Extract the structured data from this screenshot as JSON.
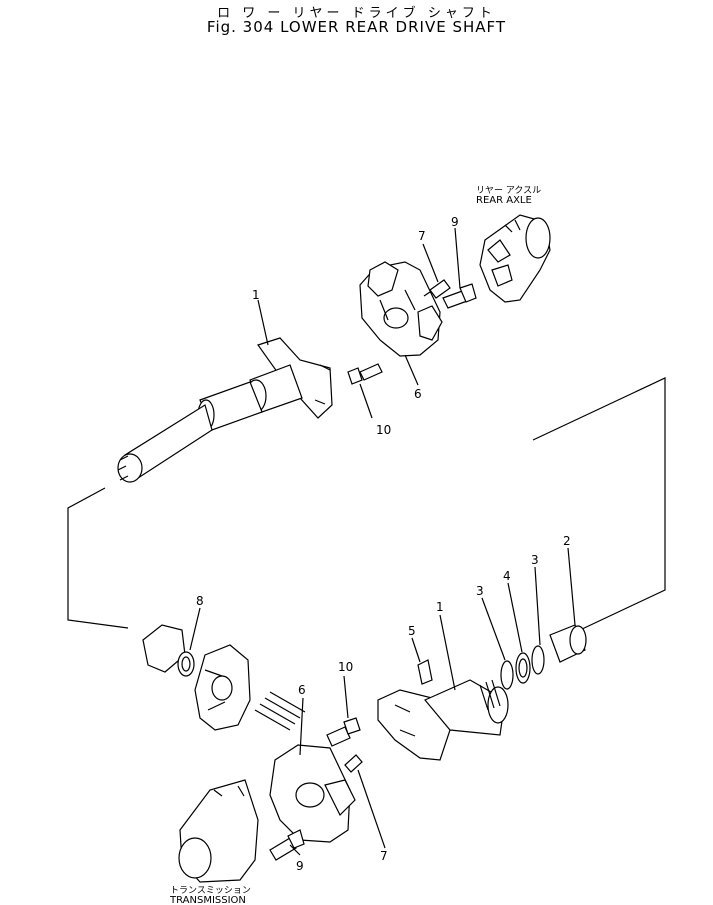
{
  "header": {
    "title_jp": "ロ ワ ー リヤー ドライブ シャフト",
    "title_en": "Fig. 304 LOWER REAR DRIVE SHAFT"
  },
  "labels": {
    "rear_axle_jp": "リヤー アクスル",
    "rear_axle_en": "REAR AXLE",
    "transmission_jp": "トランスミッション",
    "transmission_en": "TRANSMISSION"
  },
  "callouts": {
    "upper": {
      "c1": "1",
      "c6": "6",
      "c7": "7",
      "c9": "9",
      "c10": "10"
    },
    "lower": {
      "c1": "1",
      "c2": "2",
      "c3a": "3",
      "c3b": "3",
      "c4": "4",
      "c5": "5",
      "c6": "6",
      "c7": "7",
      "c8": "8",
      "c9": "9",
      "c10": "10"
    }
  }
}
